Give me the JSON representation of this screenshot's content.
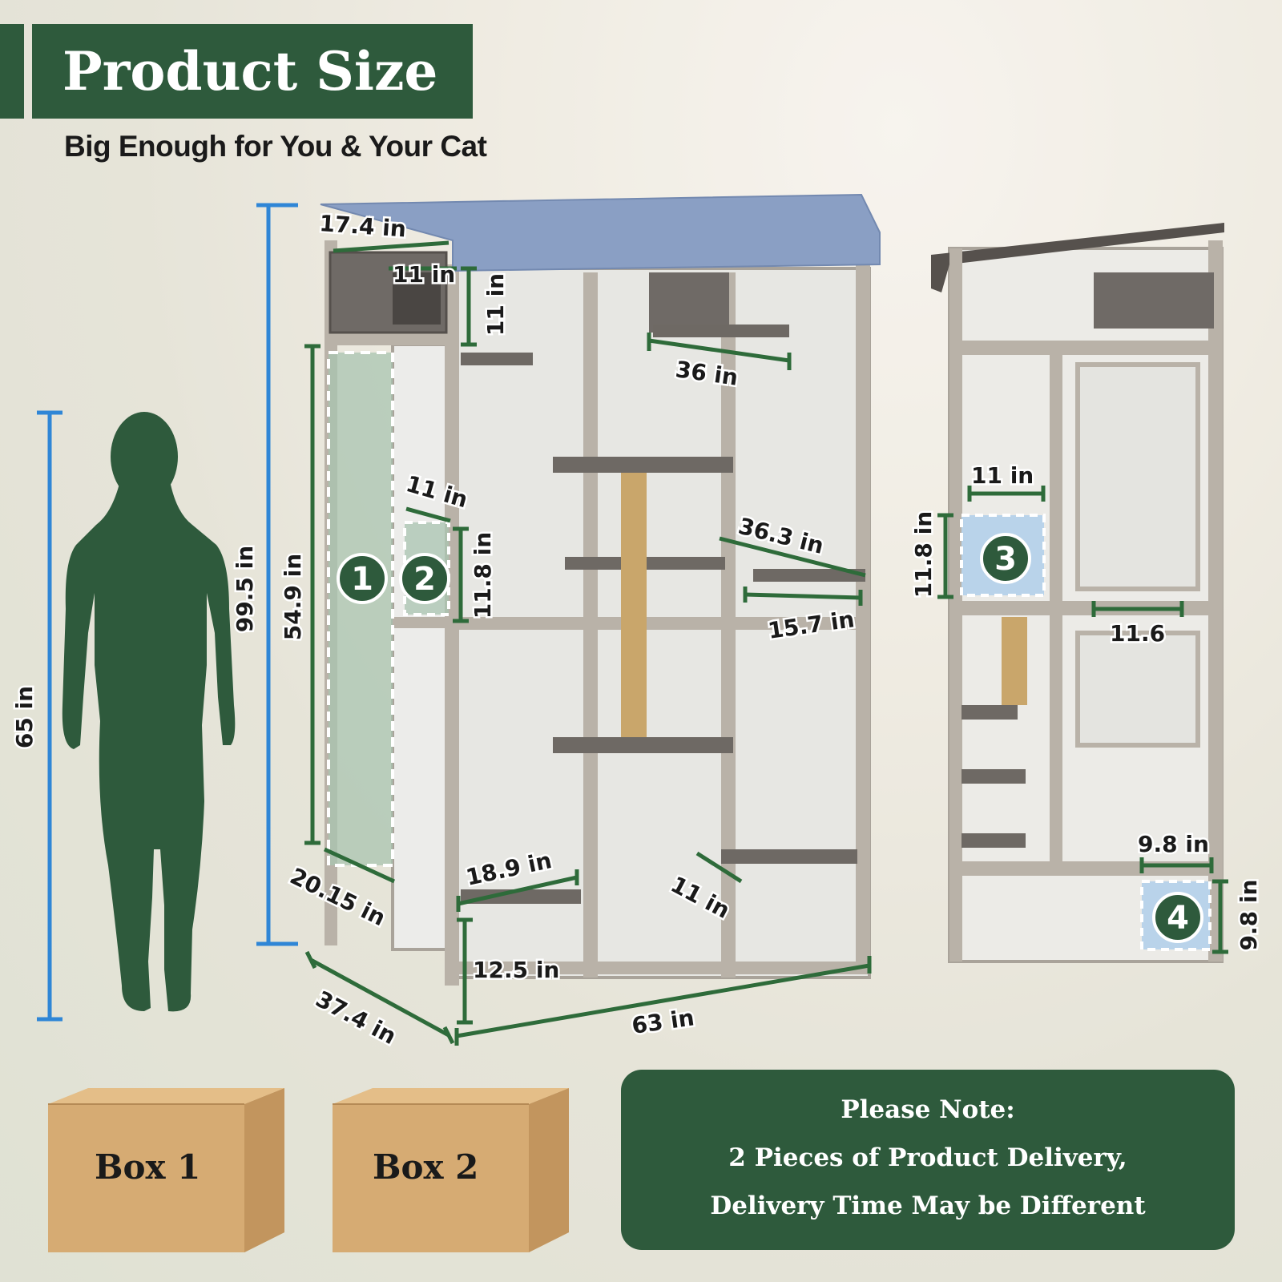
{
  "header": {
    "title": "Product Size",
    "subtitle": "Big Enough for You & Your Cat"
  },
  "dimensions": {
    "total_height": "99.5 in",
    "door_height": "54.9 in",
    "person_height": "65 in",
    "roof_depth": "17.4 in",
    "top_box_width": "11 in",
    "top_box_height": "11 in",
    "top_shelf": "36 in",
    "door2_width": "11 in",
    "door2_height": "11.8 in",
    "mid_shelf_diag": "36.3 in",
    "mid_shelf_depth": "15.7 in",
    "door_width": "20.15 in",
    "low_shelf": "18.9 in",
    "step_width": "11 in",
    "base_height": "12.5 in",
    "depth": "37.4 in",
    "width": "63 in",
    "side_door3_width": "11 in",
    "side_door3_height": "11.8 in",
    "side_shelf": "11.6",
    "side_door4_width": "9.8 in",
    "side_door4_height": "9.8 in"
  },
  "badges": [
    "1",
    "2",
    "3",
    "4"
  ],
  "boxes": [
    "Box 1",
    "Box 2"
  ],
  "note": {
    "line1": "Please Note:",
    "line2": "2 Pieces of Product Delivery,",
    "line3": "Delivery Time May be Different"
  },
  "colors": {
    "brand_green": "#2e5a3c",
    "dimension_green": "#2e6b3a",
    "dimension_blue": "#2f86d6",
    "roof_blue": "#8a9fc4",
    "wood_gray": "#b3aca3",
    "cardboard": "#d9b07a"
  }
}
